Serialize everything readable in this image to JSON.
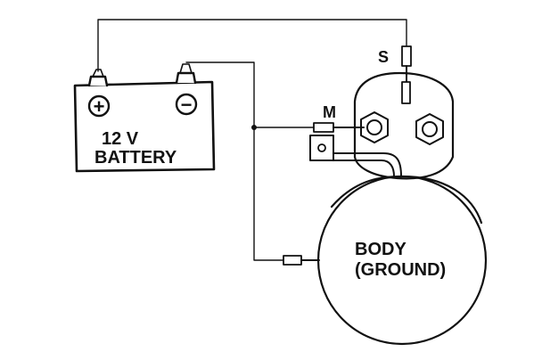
{
  "battery": {
    "voltage_label": "12 V",
    "name_label": "BATTERY",
    "positive_symbol": "+",
    "negative_symbol": "−"
  },
  "solenoid": {
    "terminal_s_label": "S",
    "terminal_m_label": "M"
  },
  "motor": {
    "body_label": "BODY",
    "ground_label": "(GROUND)"
  },
  "colors": {
    "ink": "#111111",
    "paper": "#ffffff"
  }
}
